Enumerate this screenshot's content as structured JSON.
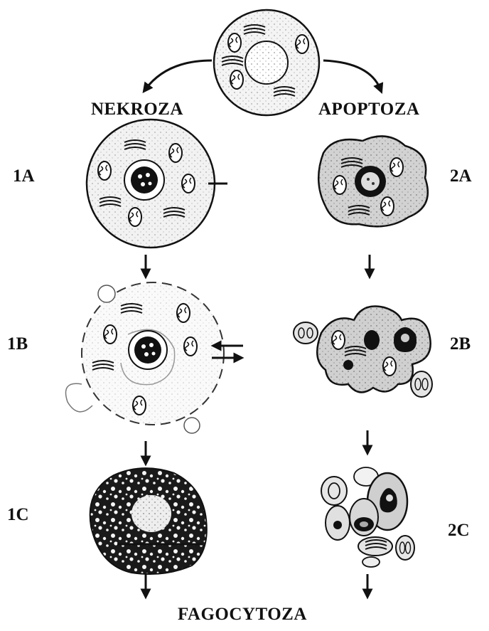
{
  "branches": {
    "left_title": "NEKROZA",
    "right_title": "APOPTOZA",
    "final_title": "FAGOCYTOZA"
  },
  "stages": {
    "necrosis": [
      "1A",
      "1B",
      "1C"
    ],
    "apoptosis": [
      "2A",
      "2B",
      "2C"
    ]
  },
  "colors": {
    "ink": "#111111",
    "cytoplasm": "#e9e9e9",
    "apoptotic_cytoplasm": "#cfcfcf",
    "background": "#ffffff"
  }
}
